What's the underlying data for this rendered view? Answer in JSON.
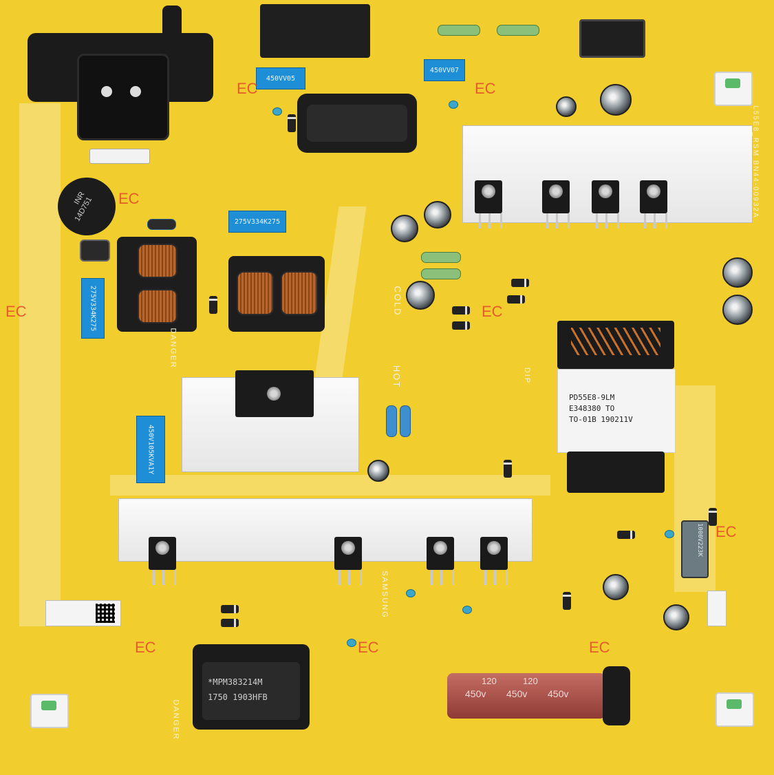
{
  "board": {
    "background_color": "#f2cd2e",
    "accent_colors": {
      "heatsink": "#eeeeee",
      "film_capacitor": "#1e8fd6",
      "copper": "#b8662b",
      "silkscreen_ec": "#e2492b"
    }
  },
  "markings": {
    "cap_450vv05": "450VV05",
    "cap_450vv07": "450VV07",
    "cap_275vac_top": "275V334K275",
    "cap_275vac_left": "275V334K275",
    "cap_450v105": "450V105KVA1Y",
    "silk_cold": "COLD",
    "silk_hot": "HOT",
    "silk_danger_left": "DANGER",
    "silk_danger_bottom": "DANGER",
    "silk_dip": "DIP",
    "silk_ec": "EC",
    "silk_samsung": "SAMSUNG",
    "transformer_main_line1": "PD55E8-9LM",
    "transformer_main_line2": "E348380 TO",
    "transformer_main_line3": "TO-01B 190211V",
    "transformer_aux_line1": "*MPM383214M",
    "transformer_aux_line2": "1750 1903HFB",
    "bulk_cap_rating": "450v",
    "bulk_cap_value": "120",
    "side_cap": "1000V223K",
    "model_code": "L55E8_RSM BN44-00932A",
    "thermistor_line1": "INR",
    "thermistor_line2": "14D751"
  }
}
